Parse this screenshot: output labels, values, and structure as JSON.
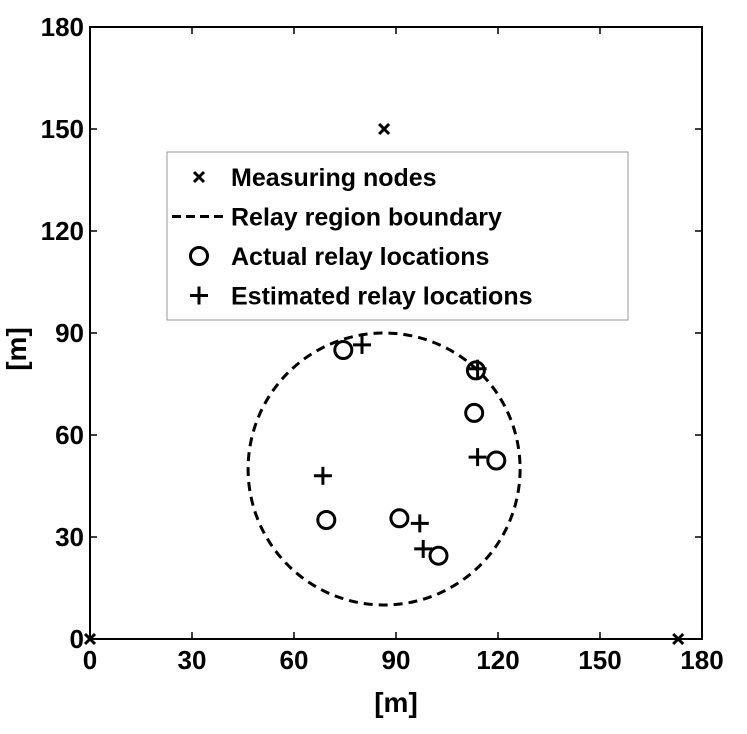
{
  "chart_data": {
    "type": "scatter",
    "xlabel": "[m]",
    "ylabel": "[m]",
    "xlim": [
      0,
      180
    ],
    "ylim": [
      0,
      180
    ],
    "xticks": [
      0,
      30,
      60,
      90,
      120,
      150,
      180
    ],
    "yticks": [
      0,
      30,
      60,
      90,
      120,
      150,
      180
    ],
    "grid": false,
    "legend_position": "upper-center",
    "legend": [
      {
        "key": "measuring",
        "label": "Measuring nodes",
        "marker": "x"
      },
      {
        "key": "boundary",
        "label": "Relay region boundary",
        "marker": "dashed-line"
      },
      {
        "key": "actual",
        "label": "Actual relay locations",
        "marker": "o"
      },
      {
        "key": "estimated",
        "label": "Estimated relay locations",
        "marker": "+"
      }
    ],
    "series": [
      {
        "name": "Measuring nodes",
        "marker": "x",
        "points": [
          [
            0,
            0
          ],
          [
            173,
            0
          ],
          [
            86.5,
            150
          ]
        ]
      },
      {
        "name": "Relay region boundary",
        "marker": "dashed-circle",
        "center": [
          86.5,
          50
        ],
        "radius": 40
      },
      {
        "name": "Actual relay locations",
        "marker": "o",
        "points": [
          [
            74.5,
            85
          ],
          [
            113,
            66.5
          ],
          [
            119.5,
            52.5
          ],
          [
            69.5,
            35
          ],
          [
            91,
            35.5
          ],
          [
            102.5,
            24.5
          ],
          [
            113.5,
            79
          ]
        ]
      },
      {
        "name": "Estimated relay locations",
        "marker": "+",
        "points": [
          [
            80,
            86.5
          ],
          [
            114,
            79.5
          ],
          [
            114,
            53.5
          ],
          [
            68.5,
            48
          ],
          [
            97,
            34
          ],
          [
            98,
            26.5
          ]
        ]
      }
    ]
  }
}
